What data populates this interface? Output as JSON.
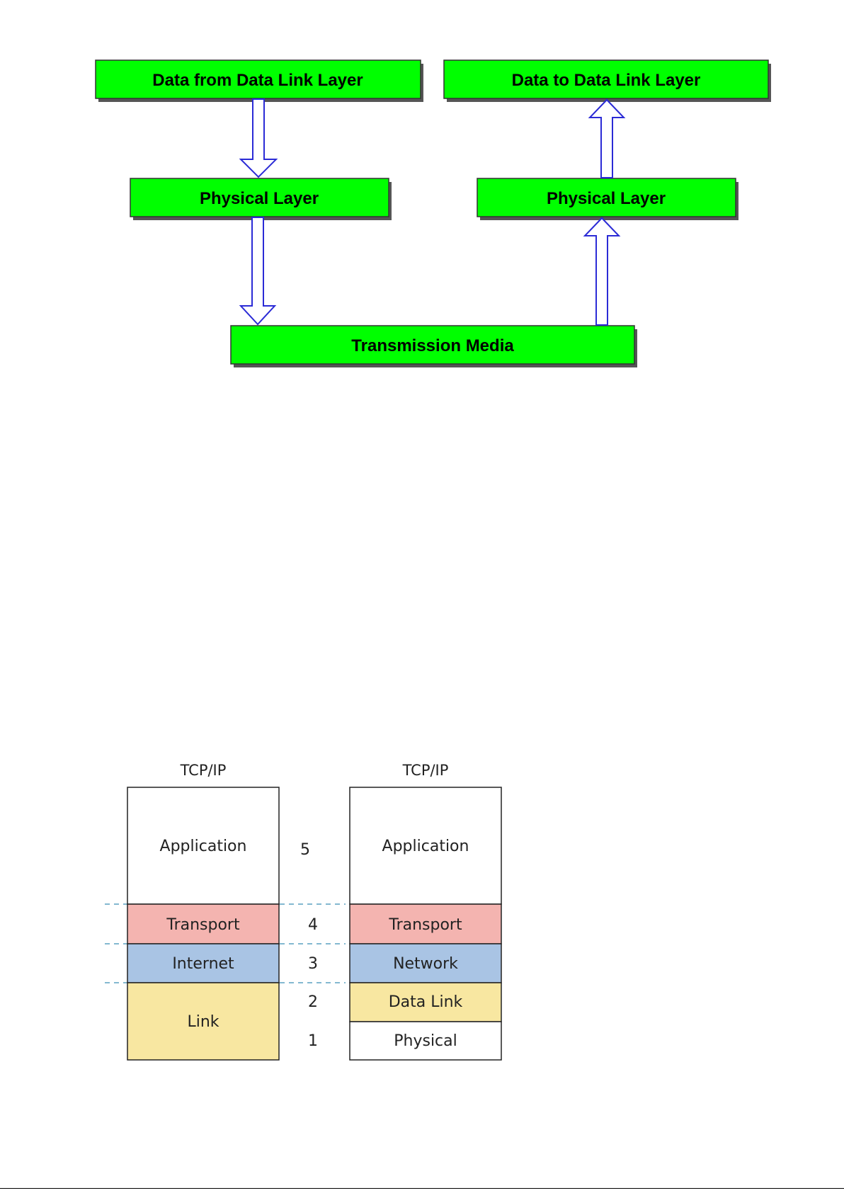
{
  "colors": {
    "box_fill": "#00ff00",
    "arrow_stroke": "#2b2bd6",
    "transport_fill": "#f4b4b0",
    "network_fill": "#a9c4e4",
    "link_fill": "#f8e7a1",
    "plain_fill": "#ffffff",
    "dashed_line": "#5aa0c0"
  },
  "flow_diagram": {
    "boxes": {
      "data_from": "Data from Data Link Layer",
      "data_to": "Data to Data Link Layer",
      "physical_left": "Physical Layer",
      "physical_right": "Physical Layer",
      "media": "Transmission Media"
    }
  },
  "stack_diagram": {
    "left": {
      "heading": "TCP/IP",
      "layers": [
        "Application",
        "Transport",
        "Internet",
        "Link"
      ]
    },
    "numbers": [
      "5",
      "4",
      "3",
      "2",
      "1"
    ],
    "right": {
      "heading": "TCP/IP",
      "layers": [
        "Application",
        "Transport",
        "Network",
        "Data Link",
        "Physical"
      ]
    }
  }
}
